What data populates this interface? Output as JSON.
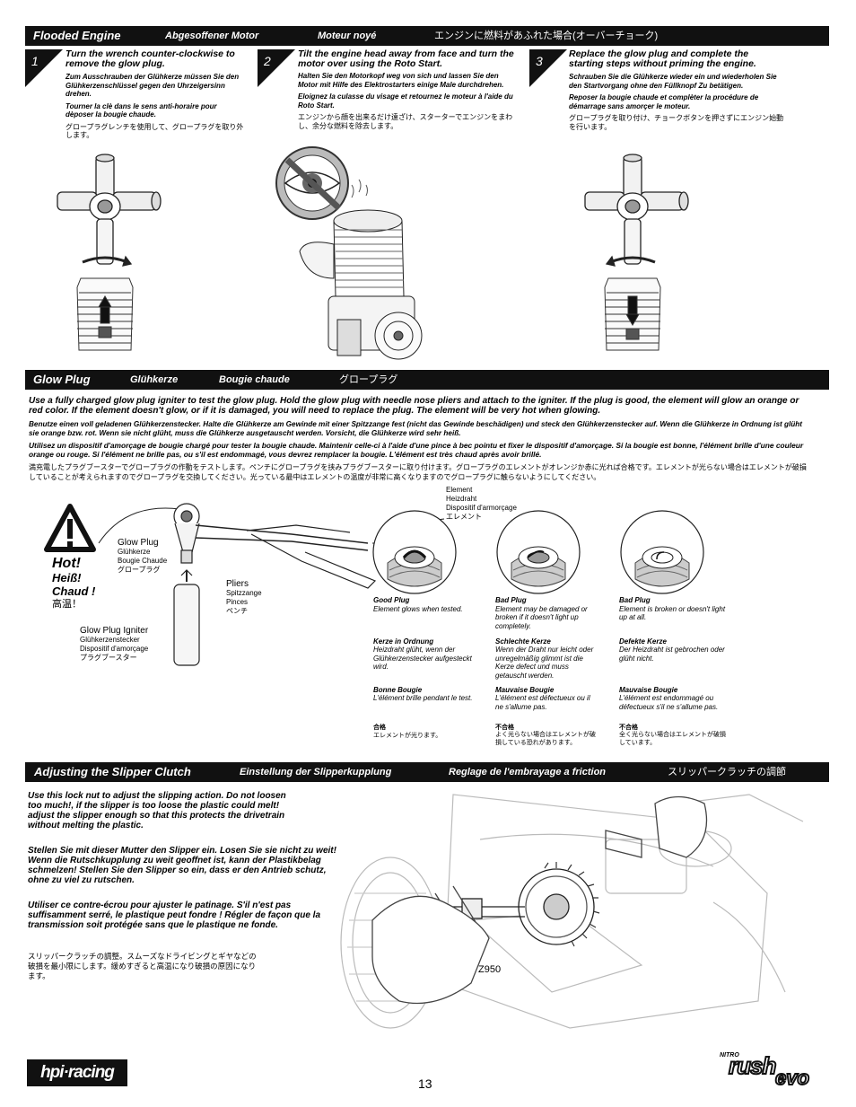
{
  "flooded": {
    "title": "Flooded Engine",
    "de": "Abgesoffener Motor",
    "fr": "Moteur noyé",
    "jp": "エンジンに燃料があふれた場合(オーバーチョーク)",
    "steps": [
      {
        "num": "1",
        "en": "Turn the wrench counter-clockwise to remove the glow plug.",
        "de": "Zum Ausschrauben der Glühkerze müssen Sie den Glühkerzenschlüssel gegen den Uhrzeigersinn drehen.",
        "fr": "Tourner la clè dans le sens anti-horaire pour dèposer la bougie chaude.",
        "jp": "グロープラグレンチを使用して、グロープラグを取り外します。"
      },
      {
        "num": "2",
        "en": "Tilt the engine head away from face and turn the motor over using the Roto Start.",
        "de": "Halten Sie den Motorkopf weg von sich und lassen Sie den Motor mit Hilfe des Elektrostarters einige Male durchdrehen.",
        "fr": "Eloignez la culasse du visage et retournez le moteur à l'aide du Roto Start.",
        "jp": "エンジンから顔を出来るだけ遠ざけ、スターターでエンジンをまわし、余分な燃料を除去します。"
      },
      {
        "num": "3",
        "en": "Replace the glow plug and complete the starting steps without priming the engine.",
        "de": "Schrauben Sie die Glühkerze wieder ein und wiederholen Sie den Startvorgang ohne den Füllknopf Zu betätigen.",
        "fr": "Reposer la bougie chaude et complèter la procédure de démarrage sans amorçer le moteur.",
        "jp": "グロープラグを取り付け、チョークボタンを押さずにエンジン始動を行います。"
      }
    ]
  },
  "glow": {
    "title": "Glow Plug",
    "de": "Glühkerze",
    "fr": "Bougie chaude",
    "jp": "グロープラグ",
    "p_en": "Use a fully charged glow plug igniter to test the glow plug. Hold the glow plug with needle nose pliers and attach to the igniter. If the plug is good, the element will glow an orange or red color. If the element doesn't glow, or if it is damaged, you will need to replace the plug. The element will be very hot when glowing.",
    "p_de": "Benutze einen voll geladenen Glühkerzenstecker. Halte die Glühkerze am Gewinde mit einer Spitzzange fest (nicht das Gewinde beschädigen) und steck den Glühkerzenstecker auf. Wenn die Glühkerze in Ordnung ist glüht sie orange bzw. rot. Wenn sie nicht glüht, muss die Glühkerze ausgetauscht werden. Vorsicht, die Glühkerze wird sehr heiß.",
    "p_fr": "Utilisez un dispositif d'amorçage de bougie chargé pour tester la bougie chaude. Maintenir celle-ci à l'aide d'une pince à bec pointu et fixer le dispositif d'amorçage. Si la bougie est bonne, l'élément brille d'une couleur orange ou rouge. Si l'élément ne brille pas, ou s'il est endommagé, vous devrez remplacer la bougie. L'élément est très chaud après avoir brillé.",
    "p_jp": "満充電したプラグブースターでグロープラグの作動をテストします。ペンチにグロープラグを挟みプラグブースターに取り付けます。グロープラグのエレメントがオレンジか赤に光れば合格です。エレメントが光らない場合はエレメントが破損していることが考えられますのでグロープラグを交換してください。光っている最中はエレメントの温度が非常に高くなりますのでグロープラグに触らないようにしてください。",
    "hot": [
      "Hot!",
      "Heiß!",
      "Chaud !",
      "高温！"
    ],
    "label_plug": [
      "Glow Plug",
      "Glühkerze",
      "Bougie Chaude",
      "グロープラグ"
    ],
    "label_pliers": [
      "Pliers",
      "Spitzzange",
      "Pinces",
      "ペンチ"
    ],
    "label_igniter": [
      "Glow Plug Igniter",
      "Glühkerzenstecker",
      "Dispositif d'amorçage",
      "プラグブースター"
    ],
    "label_element": [
      "Element",
      "Heizdraht",
      "Dispositif d'armorçage",
      "エレメント"
    ],
    "cases": [
      {
        "h_en": "Good Plug",
        "t_en": "Element glows when tested.",
        "h_de": "Kerze in Ordnung",
        "t_de": "Heizdraht glüht, wenn der Glühkerzenstecker aufgesteckt wird.",
        "h_fr": "Bonne Bougie",
        "t_fr": "L'élément brille pendant le test.",
        "h_jp": "合格",
        "t_jp": "エレメントが光ります。"
      },
      {
        "h_en": "Bad Plug",
        "t_en": "Element may be damaged or broken if it doesn't light up completely.",
        "h_de": "Schlechte Kerze",
        "t_de": "Wenn der Draht nur leicht oder unregelmäßig glimmt ist die Kerze defect und muss getauscht werden.",
        "h_fr": "Mauvaise Bougie",
        "t_fr": "L'élément est défectueux ou il ne s'allume pas.",
        "h_jp": "不合格",
        "t_jp": "よく光らない場合はエレメントが破損している恐れがあります。"
      },
      {
        "h_en": "Bad Plug",
        "t_en": "Element is broken or doesn't light up at all.",
        "h_de": "Defekte Kerze",
        "t_de": "Der Heizdraht ist gebrochen oder glüht nicht.",
        "h_fr": "Mauvaise Bougie",
        "t_fr": "L'élément est endommagé ou défectueux s'il ne s'allume pas.",
        "h_jp": "不合格",
        "t_jp": "全く光らない場合はエレメントが破損しています。"
      }
    ]
  },
  "slipper": {
    "title": "Adjusting the Slipper Clutch",
    "de": "Einstellung der Slipperkupplung",
    "fr": "Reglage de l'embrayage a friction",
    "jp": "スリッパークラッチの調節",
    "p_en": "Use this lock nut to adjust the slipping action. Do not loosen too much!, if the slipper is too loose the plastic could melt! adjust the slipper enough so that this protects the drivetrain without melting the plastic.",
    "p_de": "Stellen Sie mit dieser Mutter den Slipper ein. Losen Sie sie nicht zu weit! Wenn die Rutschkupplung zu weit geoffnet ist, kann der Plastikbelag schmelzen! Stellen Sie den Slipper so ein, dass er den Antrieb schutz, ohne zu viel zu rutschen.",
    "p_fr": "Utiliser ce contre-écrou pour ajuster le patinage. S'il n'est pas suffisamment serré, le plastique peut fondre ! Régler de façon que la transmission soit protégée sans que le plastique ne fonde.",
    "p_jp": "スリッパークラッチの調整。スムーズなドライビングとギヤなどの破損を最小限にします。緩めすぎると高温になり破損の原因になります。",
    "part": "Z950"
  },
  "footer": {
    "page": "13",
    "brand": "hpi·racing",
    "logo_small": "NITRO",
    "logo_main": "rush",
    "logo_sub": "evo"
  }
}
